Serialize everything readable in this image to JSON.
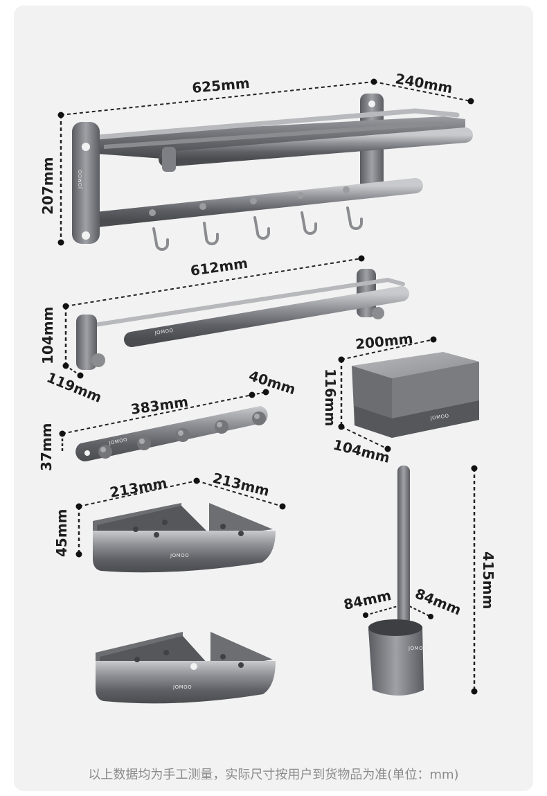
{
  "brand": "JOMOO",
  "dimensions": {
    "towel_rack_width": "625mm",
    "towel_rack_depth": "240mm",
    "towel_rack_height": "207mm",
    "towel_bar_width": "612mm",
    "towel_bar_height": "104mm",
    "towel_bar_depth": "119mm",
    "hook_rail_width": "383mm",
    "hook_rail_depth": "40mm",
    "hook_rail_height": "37mm",
    "tissue_box_width": "200mm",
    "tissue_box_height": "116mm",
    "tissue_box_depth": "104mm",
    "corner_shelf_side_a": "213mm",
    "corner_shelf_side_b": "213mm",
    "corner_shelf_height": "45mm",
    "brush_width": "84mm",
    "brush_depth": "84mm",
    "brush_height": "415mm"
  },
  "footer_note": "以上数据均为手工测量，实际尺寸按用户到货物品为准(单位：mm)"
}
